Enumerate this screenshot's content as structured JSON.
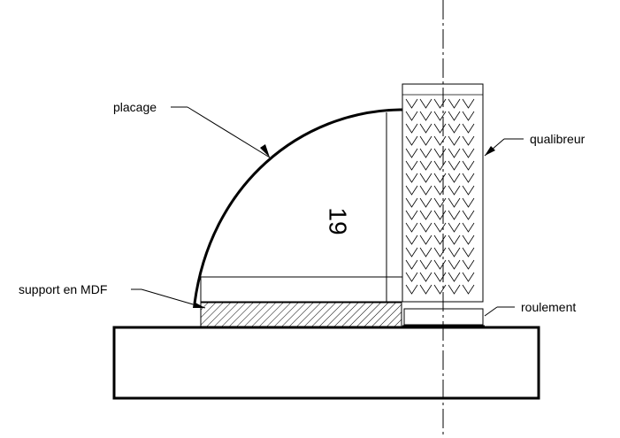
{
  "labels": {
    "placage": "placage",
    "qualibreur": "qualibreur",
    "support": "support en MDF",
    "roulement": "roulement"
  },
  "dimension": "19",
  "colors": {
    "stroke": "#000000",
    "background": "#ffffff"
  }
}
